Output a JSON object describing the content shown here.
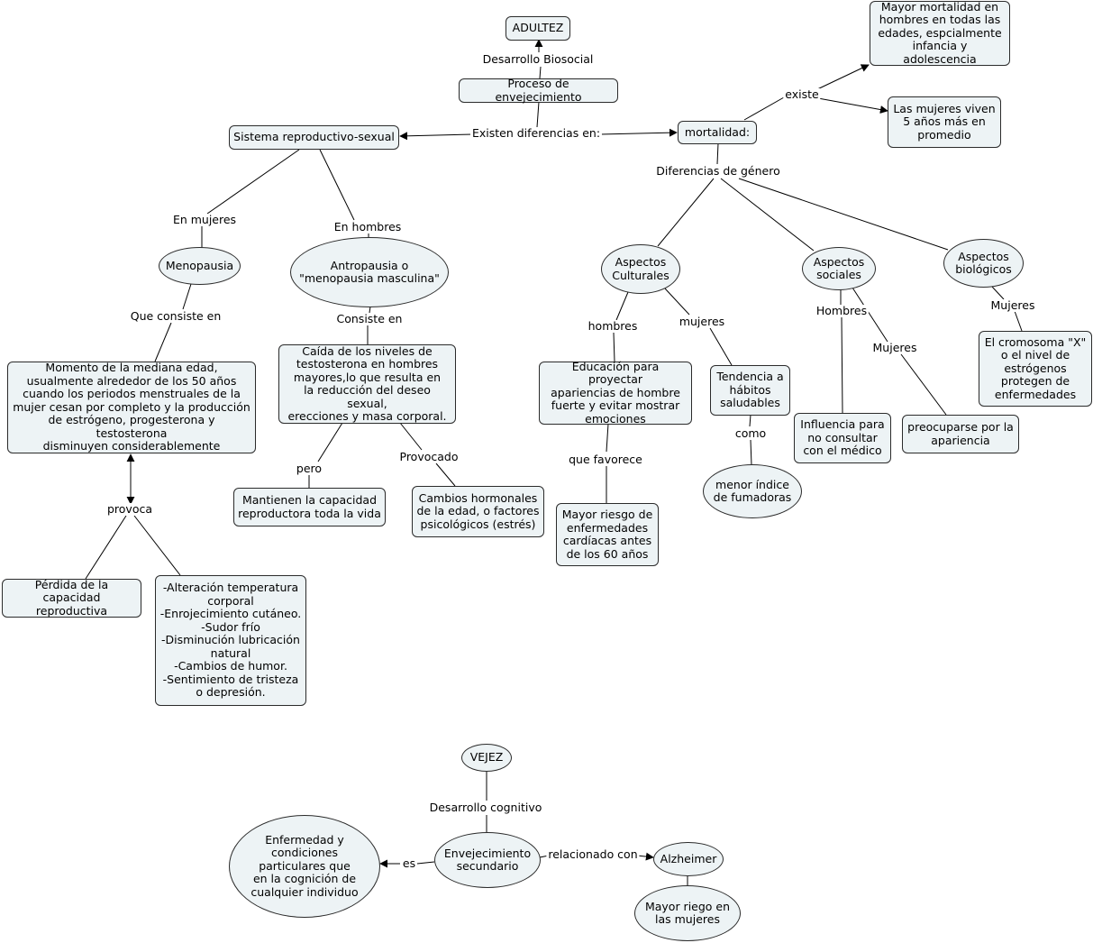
{
  "nodes": {
    "adultez": "ADULTEZ",
    "proceso": "Proceso de envejecimiento",
    "sistema": "Sistema reproductivo-sexual",
    "mortalidad": "mortalidad:",
    "mayor_mortalidad": "Mayor mortalidad en\nhombres en todas las\nedades, espcialmente\ninfancia y adolescencia",
    "mujeres_viven": "Las mujeres viven\n5 años más en\npromedio",
    "menopausia": "Menopausia",
    "antropausia": "Antropausia o\n\"menopausia masculina\"",
    "momento": "Momento de la mediana edad,\nusualmente alrededor de los 50 años\ncuando los periodos menstruales de la\nmujer cesan por completo y la producción\nde estrógeno, progesterona y testosterona\ndisminuyen considerablemente",
    "caida": "Caída de los niveles de\ntestosterona en hombres\nmayores,lo que resulta en\nla reducción del deseo sexual,\nerecciones y masa corporal.",
    "mantienen": "Mantienen la capacidad\nreproductora toda la vida",
    "cambios": "Cambios hormonales\nde la edad, o factores\npsicológicos (estrés)",
    "perdida": "Pérdida de la\ncapacidad reproductiva",
    "alteracion": "-Alteración temperatura\ncorporal\n-Enrojecimiento cutáneo.\n-Sudor frío\n-Disminución lubricación\nnatural\n-Cambios de humor.\n-Sentimiento de tristeza\no depresión.",
    "culturales": "Aspectos\nCulturales",
    "sociales": "Aspectos\nsociales",
    "biologicos": "Aspectos\nbiológicos",
    "educacion": "Educación para proyectar\napariencias de hombre\nfuerte y evitar mostrar\nemociones",
    "tendencia": "Tendencia a\nhábitos\nsaludables",
    "influencia": "Influencia para\nno consultar\ncon el médico",
    "preocuparse": "preocuparse por la\napariencia",
    "cromosoma": "El cromosoma \"X\"\no el nivel de\nestrógenos\nprotegen de\nenfermedades",
    "riesgo_cardiaco": "Mayor riesgo de\nenfermedades\ncardíacas antes\nde los 60 años",
    "fumadoras": "menor índice\nde fumadoras",
    "vejez": "VEJEZ",
    "envejecimiento_secundario": "Envejecimiento\nsecundario",
    "enfermedad": "Enfermedad y\ncondiciones\nparticulares que\nen la cognición de\ncualquier individuo",
    "alzheimer": "Alzheimer",
    "mayor_riego": "Mayor riego en\nlas mujeres"
  },
  "links": {
    "desarrollo_biosocial": "Desarrollo Biosocial",
    "existen_diferencias": "Existen diferencias en:",
    "existe": "existe",
    "diferencias_genero": "Diferencias de género",
    "en_mujeres": "En mujeres",
    "en_hombres": "En hombres",
    "que_consiste": "Que consiste en",
    "consiste_en": "Consiste en",
    "pero": "pero",
    "provocado": "Provocado",
    "provoca": "provoca",
    "hombres": "hombres",
    "mujeres_cult": "mujeres",
    "hombres_soc": "Hombres",
    "mujeres_soc": "Mujeres",
    "mujeres_bio": "Mujeres",
    "que_favorece": "que favorece",
    "como": "como",
    "desarrollo_cognitivo": "Desarrollo cognitivo",
    "es": "es",
    "relacionado_con": "relacionado con"
  },
  "colors": {
    "node_fill": "#edf3f5",
    "node_border": "#2b2b2b",
    "line": "#000000"
  }
}
